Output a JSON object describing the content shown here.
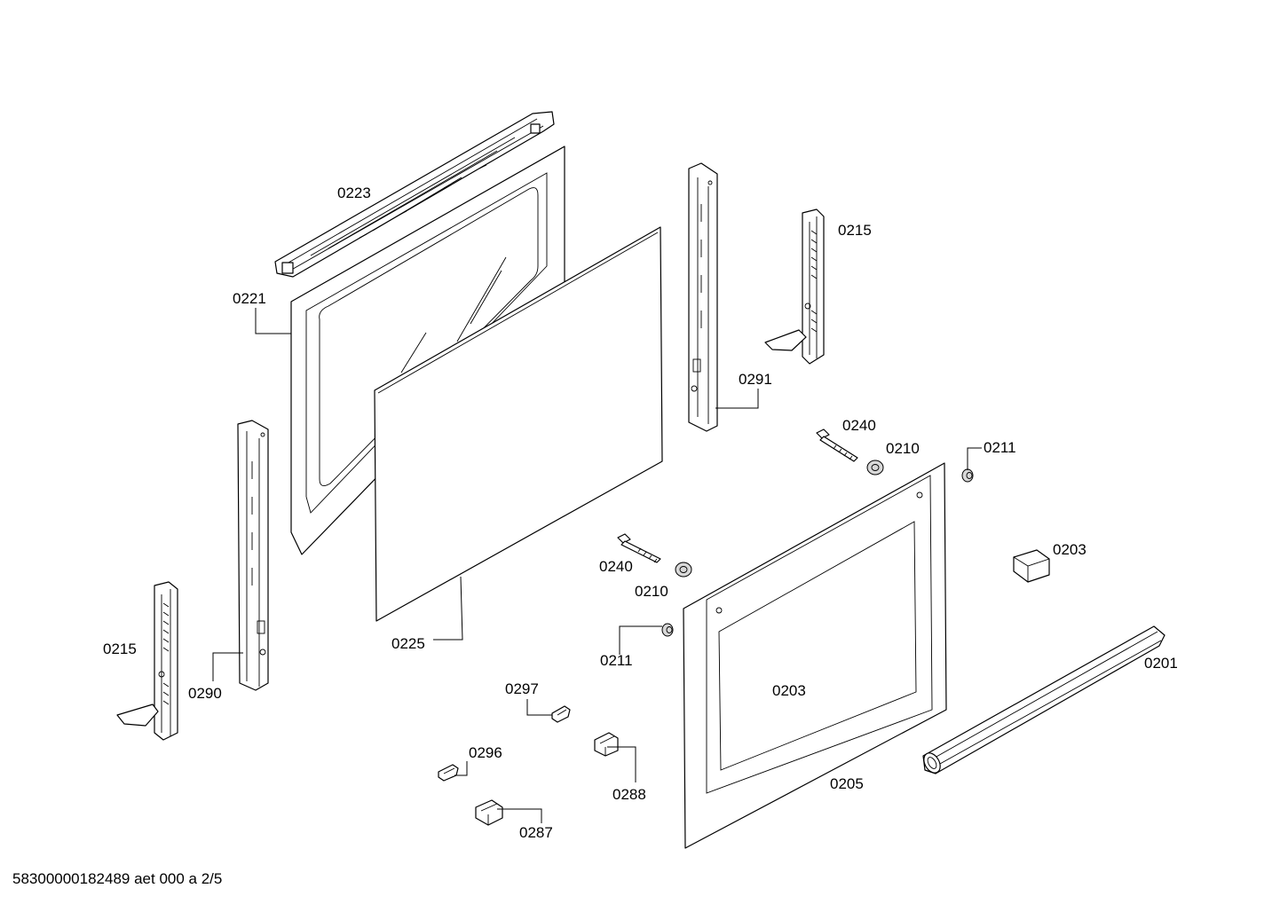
{
  "labels": {
    "p0223": "0223",
    "p0221": "0221",
    "p0225": "0225",
    "p0291": "0291",
    "p0215_right": "0215",
    "p0215_left": "0215",
    "p0290": "0290",
    "p0240_top": "0240",
    "p0210_top": "0210",
    "p0211_top": "0211",
    "p0203_right": "0203",
    "p0240_mid": "0240",
    "p0210_mid": "0210",
    "p0211_mid": "0211",
    "p0203_center": "0203",
    "p0201": "0201",
    "p0297": "0297",
    "p0296": "0296",
    "p0288": "0288",
    "p0287": "0287",
    "p0205": "0205"
  },
  "footer": "58300000182489 aet 000 a 2/5"
}
